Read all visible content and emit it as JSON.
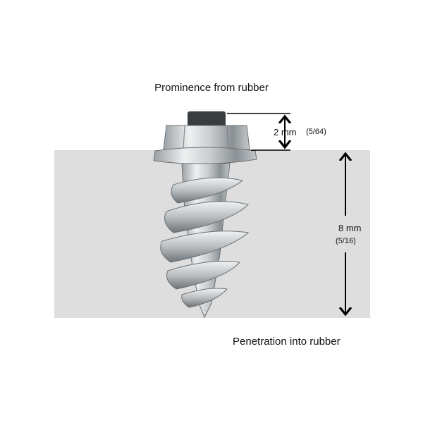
{
  "labels": {
    "prominence": "Prominence from rubber",
    "penetration": "Penetration into rubber"
  },
  "dimensions": {
    "prominence_mm": "2 mm",
    "prominence_in": "(5/64)",
    "penetration_mm": "8 mm",
    "penetration_in": "(5/16)"
  },
  "colors": {
    "rubber": "#dedede",
    "metal_light": "#e8eaeb",
    "metal_dark": "#7f8488",
    "tip": "#3a3d40"
  }
}
